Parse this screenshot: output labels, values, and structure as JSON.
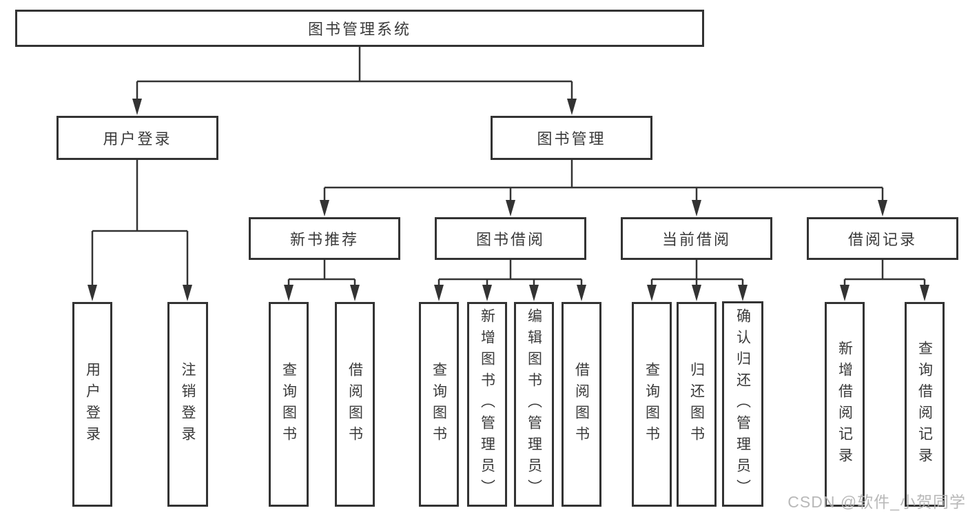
{
  "colors": {
    "line": "#333333",
    "box_border": "#333333",
    "text": "#3a3a3a",
    "watermark": "#b3b3b3",
    "background": "#ffffff"
  },
  "watermark": {
    "text": "CSDN @软件_小贺同学"
  },
  "tree": {
    "root": {
      "label": "图书管理系统"
    },
    "branches": {
      "user_login": {
        "label": "用户登录",
        "children": {
          "login": {
            "label": "用户登录"
          },
          "logout": {
            "label": "注销登录"
          }
        }
      },
      "book_mgmt": {
        "label": "图书管理",
        "children": {
          "new_book_rec": {
            "label": "新书推荐",
            "children": {
              "query_book": {
                "label": "查询图书"
              },
              "borrow_book": {
                "label": "借阅图书"
              }
            }
          },
          "book_borrow": {
            "label": "图书借阅",
            "children": {
              "query_book": {
                "label": "查询图书"
              },
              "add_book": {
                "label": "新增图书（管理员）"
              },
              "edit_book": {
                "label": "编辑图书（管理员）"
              },
              "borrow_book": {
                "label": "借阅图书"
              }
            }
          },
          "current_borrow": {
            "label": "当前借阅",
            "children": {
              "query_book": {
                "label": "查询图书"
              },
              "return_book": {
                "label": "归还图书"
              },
              "confirm_return": {
                "label": "确认归还（管理员）"
              }
            }
          },
          "borrow_records": {
            "label": "借阅记录",
            "children": {
              "add_record": {
                "label": "新增借阅记录"
              },
              "query_record": {
                "label": "查询借阅记录"
              }
            }
          }
        }
      }
    }
  }
}
